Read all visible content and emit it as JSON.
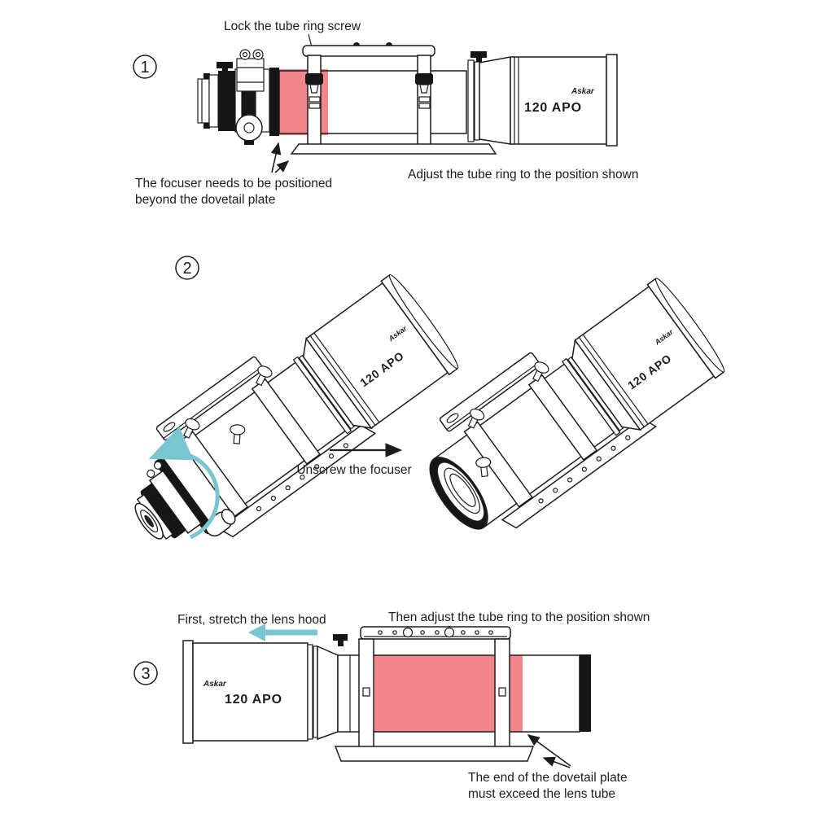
{
  "brand": {
    "logo_text": "Askar",
    "model_text": "120 APO"
  },
  "colors": {
    "highlight": "#F2868D",
    "accent": "#7AC6D0",
    "ink": "#1C1C1C"
  },
  "steps": {
    "step1": {
      "number": "1",
      "label_lock_screw": "Lock the tube ring screw",
      "label_focuser_position_line1": "The focuser needs to be positioned",
      "label_focuser_position_line2": "beyond the dovetail plate",
      "label_adjust_ring": "Adjust the tube ring to the position shown"
    },
    "step2": {
      "number": "2",
      "label_unscrew": "Unscrew the focuser"
    },
    "step3": {
      "number": "3",
      "label_stretch_hood": "First, stretch the lens hood",
      "label_adjust_ring": "Then adjust the tube ring to the position shown",
      "label_dovetail_line1": "The end of the dovetail plate",
      "label_dovetail_line2": "must exceed the lens tube"
    }
  }
}
